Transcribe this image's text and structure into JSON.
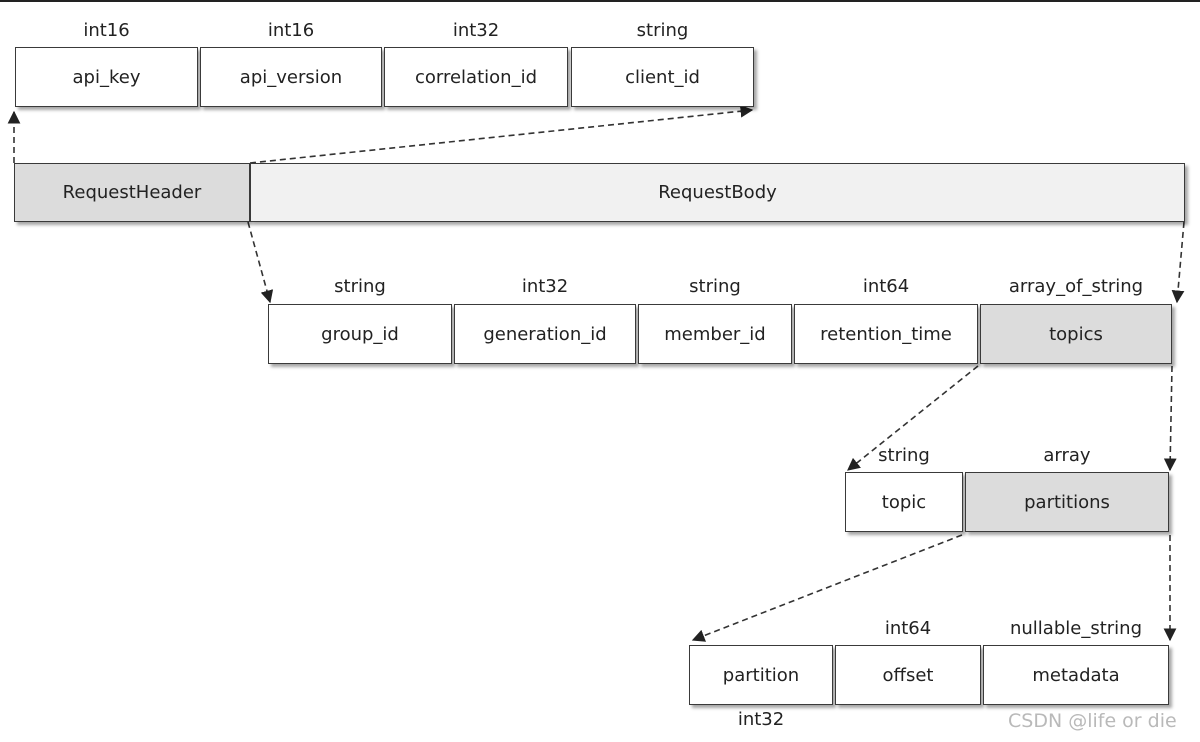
{
  "header_fields": [
    {
      "type": "int16",
      "name": "api_key"
    },
    {
      "type": "int16",
      "name": "api_version"
    },
    {
      "type": "int32",
      "name": "correlation_id"
    },
    {
      "type": "string",
      "name": "client_id"
    }
  ],
  "request": {
    "header_label": "RequestHeader",
    "body_label": "RequestBody"
  },
  "body_fields": [
    {
      "type": "string",
      "name": "group_id"
    },
    {
      "type": "int32",
      "name": "generation_id"
    },
    {
      "type": "string",
      "name": "member_id"
    },
    {
      "type": "int64",
      "name": "retention_time"
    },
    {
      "type": "array_of_string",
      "name": "topics"
    }
  ],
  "topic_fields": [
    {
      "type": "string",
      "name": "topic"
    },
    {
      "type": "array",
      "name": "partitions"
    }
  ],
  "partition_fields": [
    {
      "type": "int32",
      "name": "partition"
    },
    {
      "type": "int64",
      "name": "offset"
    },
    {
      "type": "nullable_string",
      "name": "metadata"
    }
  ],
  "watermark": "CSDN @life or die"
}
